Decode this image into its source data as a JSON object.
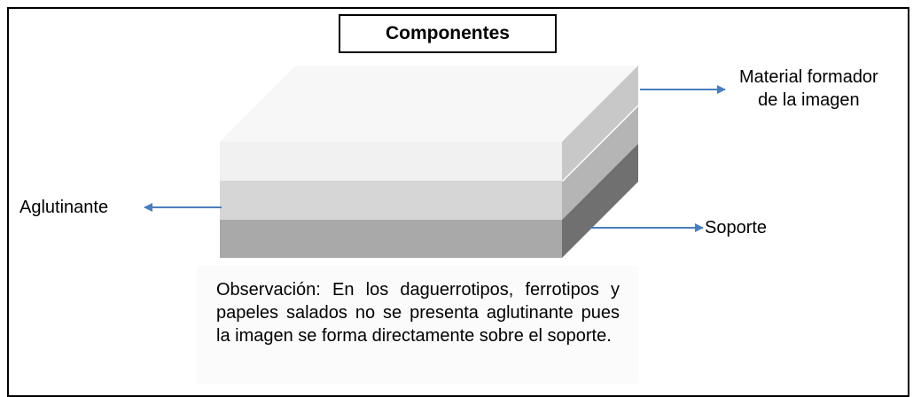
{
  "title": "Componentes",
  "labels": {
    "material_line1": "Material formador",
    "material_line2": "de la imagen",
    "aglutinante": "Aglutinante",
    "soporte": "Soporte"
  },
  "note": "Observación: En los daguerrotipos, ferrotipos y papeles salados no se presenta aglutinante pues la imagen se forma directamente sobre el soporte.",
  "colors": {
    "layer_top": "#f1f1f1",
    "layer_middle": "#d6d6d6",
    "layer_bottom": "#a9a9a9",
    "arrow": "#4a7ebb"
  }
}
